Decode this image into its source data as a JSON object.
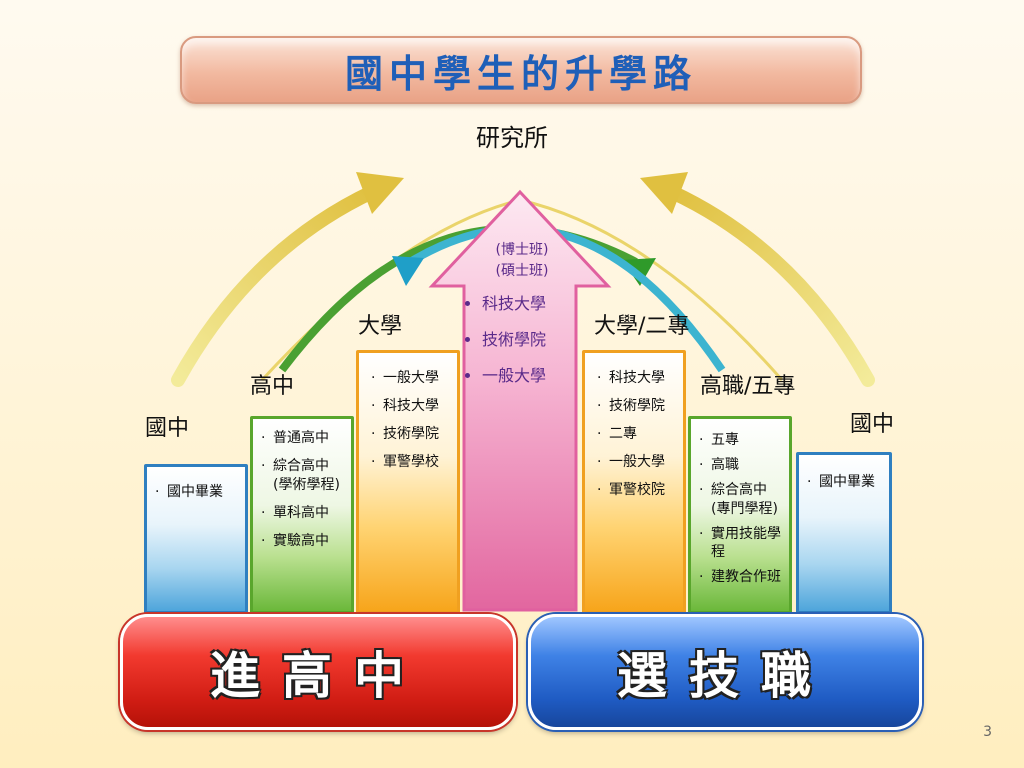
{
  "title": "國中學生的升學路",
  "top_label": "研究所",
  "page_number": "3",
  "columns": {
    "junior_left": {
      "label": "國中",
      "items": [
        "國中畢業"
      ]
    },
    "senior_high": {
      "label": "高中",
      "items": [
        "普通高中",
        "綜合高中\n(學術學程)",
        "單科高中",
        "實驗高中"
      ]
    },
    "university_left": {
      "label": "大學",
      "items": [
        "一般大學",
        "科技大學",
        "技術學院",
        "軍警學校"
      ]
    },
    "graduate": {
      "items_top": [
        "(博士班)",
        "(碩士班)"
      ],
      "items": [
        "科技大學",
        "技術學院",
        "一般大學"
      ]
    },
    "university_right": {
      "label": "大學/二專",
      "items": [
        "科技大學",
        "技術學院",
        "二專",
        "一般大學",
        "軍警校院"
      ]
    },
    "vocational": {
      "label": "高職/五專",
      "items": [
        "五專",
        "高職",
        "綜合高中\n(專門學程)",
        "實用技能學程",
        "建教合作班"
      ]
    },
    "junior_right": {
      "label": "國中",
      "items": [
        "國中畢業"
      ]
    }
  },
  "buttons": {
    "academic": "進高中",
    "vocational": "選技職"
  },
  "colors": {
    "title_text": "#1f5fb8",
    "blue": "#2f7fc0",
    "green": "#59a62c",
    "orange": "#f0a020",
    "pink": "#e0609f",
    "red_button": "#d11d14",
    "blue_button": "#1f5bc3"
  },
  "icons": [
    "curved-arrow-icon",
    "up-arrow-icon"
  ]
}
